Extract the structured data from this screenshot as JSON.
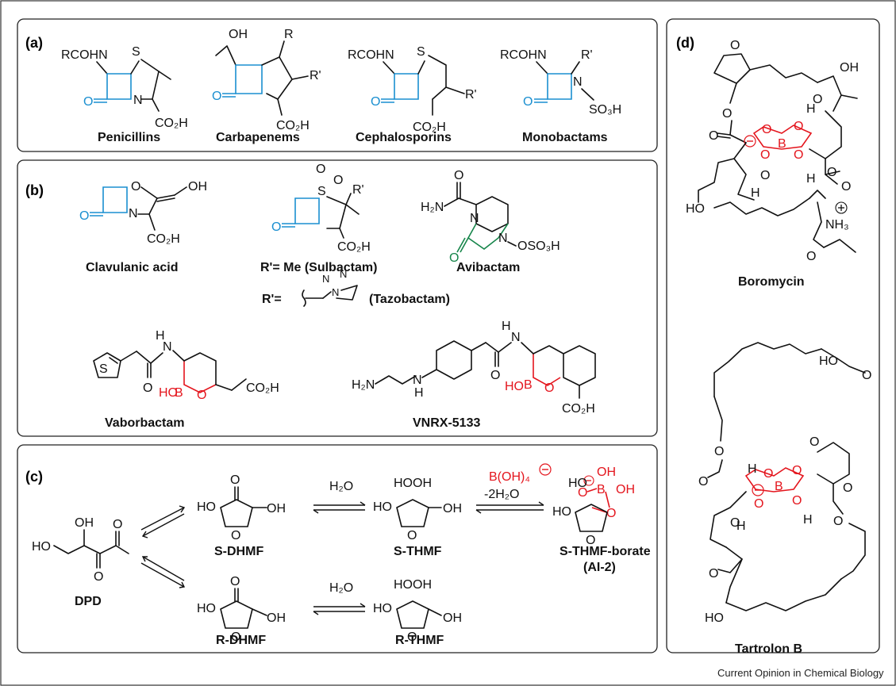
{
  "panels": {
    "a": {
      "label": "(a)",
      "names": [
        "Penicillins",
        "Carbapenems",
        "Cephalosporins",
        "Monobactams"
      ],
      "substituents": {
        "rcohn": "RCOHN",
        "r": "R",
        "rprime": "R'",
        "oh": "OH",
        "co2h": "CO₂H",
        "so3h": "SO₃H",
        "s": "S",
        "n": "N",
        "o": "O"
      }
    },
    "b": {
      "label": "(b)",
      "names": [
        "Clavulanic acid",
        "R'= Me (Sulbactam)",
        "Avibactam",
        "Vaborbactam",
        "VNRX-5133"
      ],
      "tazobactam_prefix": "R'=",
      "tazobactam_name": "(Tazobactam)",
      "substituents": {
        "oh": "OH",
        "co2h": "CO₂H",
        "h2n": "H₂N",
        "oso3h": "OSO₃H",
        "ho": "HO",
        "b": "B",
        "h": "H",
        "nh": "N",
        "s": "S",
        "o": "O",
        "rprime": "R'",
        "n": "N"
      }
    },
    "c": {
      "label": "(c)",
      "names": [
        "DPD",
        "S-DHMF",
        "S-THMF",
        "S-THMF-borate",
        "(AI-2)",
        "R-DHMF",
        "R-THMF"
      ],
      "reagents": {
        "water1": "H₂O",
        "water2": "H₂O",
        "borate": "B(OH)₄",
        "minus_water": "-2H₂O"
      },
      "substituents": {
        "oh": "OH",
        "ho": "HO",
        "o": "O",
        "b": "B"
      }
    },
    "d": {
      "label": "(d)",
      "names": [
        "Boromycin",
        "Tartrolon B"
      ],
      "substituents": {
        "oh": "OH",
        "ho": "HO",
        "o": "O",
        "b": "B",
        "h": "H",
        "nh3": "NH₃"
      }
    }
  },
  "credit": "Current Opinion in Chemical Biology",
  "colors": {
    "beta_lactam": "#1a8fd0",
    "boron": "#e4151d",
    "urea": "#16854a"
  }
}
